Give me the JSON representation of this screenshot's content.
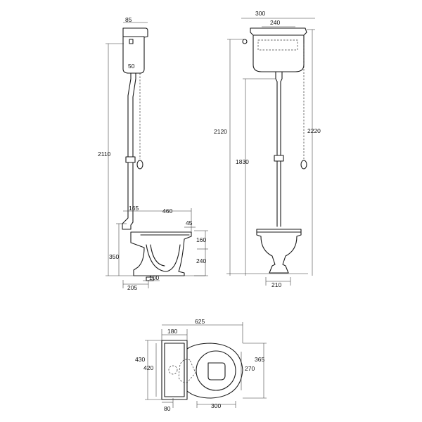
{
  "side_view": {
    "cistern_depth": "85",
    "flush_pipe": "50",
    "overall_height": "2110",
    "pan_projection": "460",
    "outlet_offset": "165",
    "rim_lip": "45",
    "pan_upper": "160",
    "pan_lower": "240",
    "outlet_height": "350",
    "outlet_dia": "100",
    "base_depth": "205"
  },
  "front_view": {
    "cistern_width": "300",
    "fixing_centres": "240",
    "cistern_top_height": "2120",
    "pipe_height": "1830",
    "chain_height": "2220",
    "pedestal_width": "210"
  },
  "plan_view": {
    "overall_length": "625",
    "cistern_projection": "180",
    "overall_width": "430",
    "cistern_width": "420",
    "seat_width": "365",
    "bowl_width": "270",
    "bowl_length": "300",
    "wall_gap": "80"
  }
}
